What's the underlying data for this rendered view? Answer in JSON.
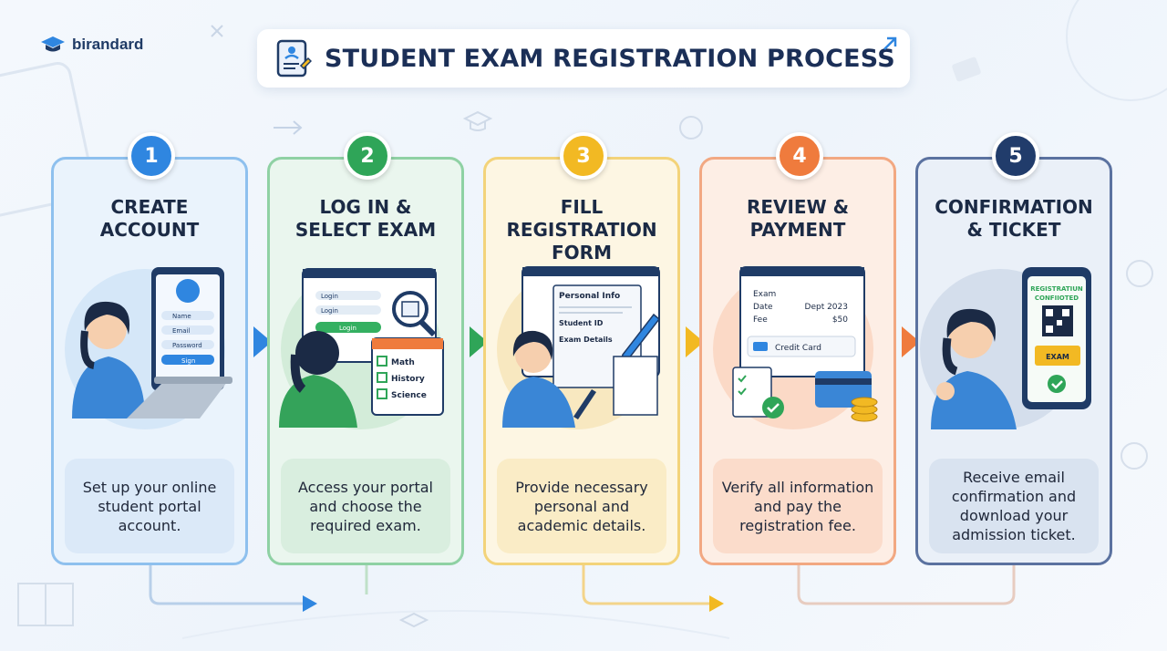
{
  "brand": {
    "name": "birandard"
  },
  "title": "STUDENT EXAM REGISTRATION PROCESS",
  "steps": [
    {
      "number": "1",
      "heading_line1": "CREATE",
      "heading_line2": "ACCOUNT",
      "description": "Set up your online student portal account.",
      "color": "#2f86e0",
      "bg": "#eaf3fc",
      "descbg": "#dbe9f8",
      "illus": {
        "field1": "Name",
        "field2": "Email",
        "field3": "Password",
        "button": "Sign"
      }
    },
    {
      "number": "2",
      "heading_line1": "LOG IN &",
      "heading_line2": "SELECT EXAM",
      "description": "Access your portal and choose the required exam.",
      "color": "#2fa558",
      "bg": "#eaf6ee",
      "descbg": "#d9eedf",
      "illus": {
        "field1": "Login",
        "field2": "Login",
        "button": "Login",
        "opt1": "Math",
        "opt2": "History",
        "opt3": "Science"
      }
    },
    {
      "number": "3",
      "heading_line1": "FILL REGISTRATION",
      "heading_line2": "FORM",
      "description": "Provide necessary personal and academic details.",
      "color": "#f2b923",
      "bg": "#fdf6e3",
      "descbg": "#faecc6",
      "illus": {
        "row1": "Personal Info",
        "row2": "Student ID",
        "row3": "Exam Details"
      }
    },
    {
      "number": "4",
      "heading_line1": "REVIEW &",
      "heading_line2": "PAYMENT",
      "description": "Verify all information and pay the registration fee.",
      "color": "#ef7b3d",
      "bg": "#fdeee5",
      "descbg": "#fbdccb",
      "illus": {
        "k1": "Exam",
        "k2": "Date",
        "k3": "Fee",
        "v2": "Dept 2023",
        "v3": "$50",
        "card": "Credit Card"
      }
    },
    {
      "number": "5",
      "heading_line1": "CONFIRMATION",
      "heading_line2": "& TICKET",
      "description": "Receive email confirmation and download your admission ticket.",
      "color": "#213c6b",
      "bg": "#eaf0f8",
      "descbg": "#d9e3f0",
      "illus": {
        "line1": "REGISTRATIUN",
        "line2": "CONFIIOTED",
        "ticket": "EXAM"
      }
    }
  ],
  "icons": {
    "brand": "graduation-cap-icon",
    "title": "registration-form-icon",
    "external": "external-link-arrow-icon"
  }
}
